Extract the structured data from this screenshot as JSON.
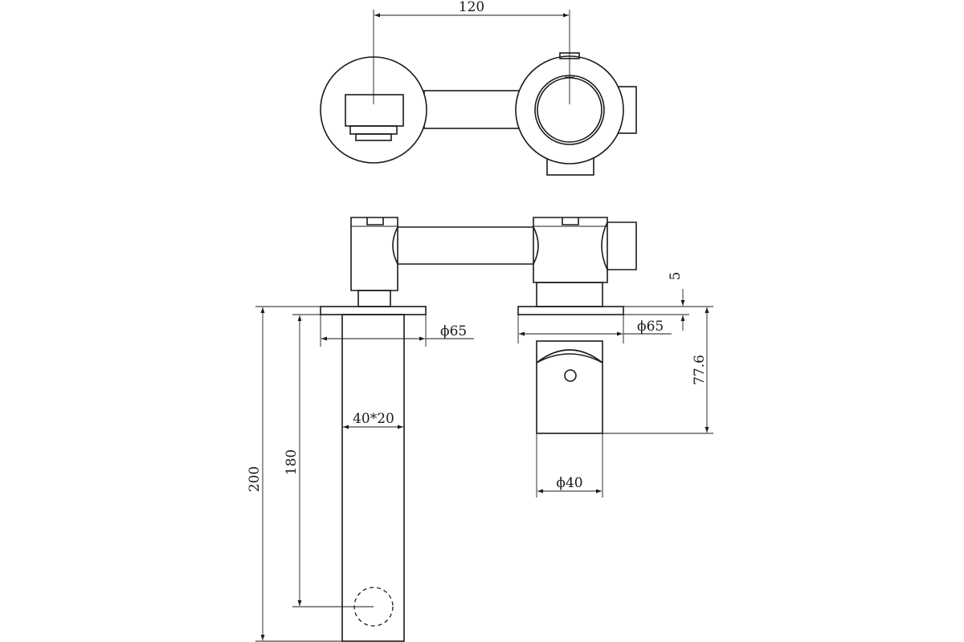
{
  "colors": {
    "background": "#ffffff",
    "line": "#1a1a1a"
  },
  "dimensions": {
    "inlet_spacing": "120",
    "plate_thickness": "5",
    "spout_plate_diameter": "ϕ65",
    "handle_plate_diameter": "ϕ65",
    "handle_projection": "77.6",
    "handle_diameter": "ϕ40",
    "spout_section": "40*20",
    "spout_outlet_projection": "180",
    "spout_total_projection": "200"
  }
}
